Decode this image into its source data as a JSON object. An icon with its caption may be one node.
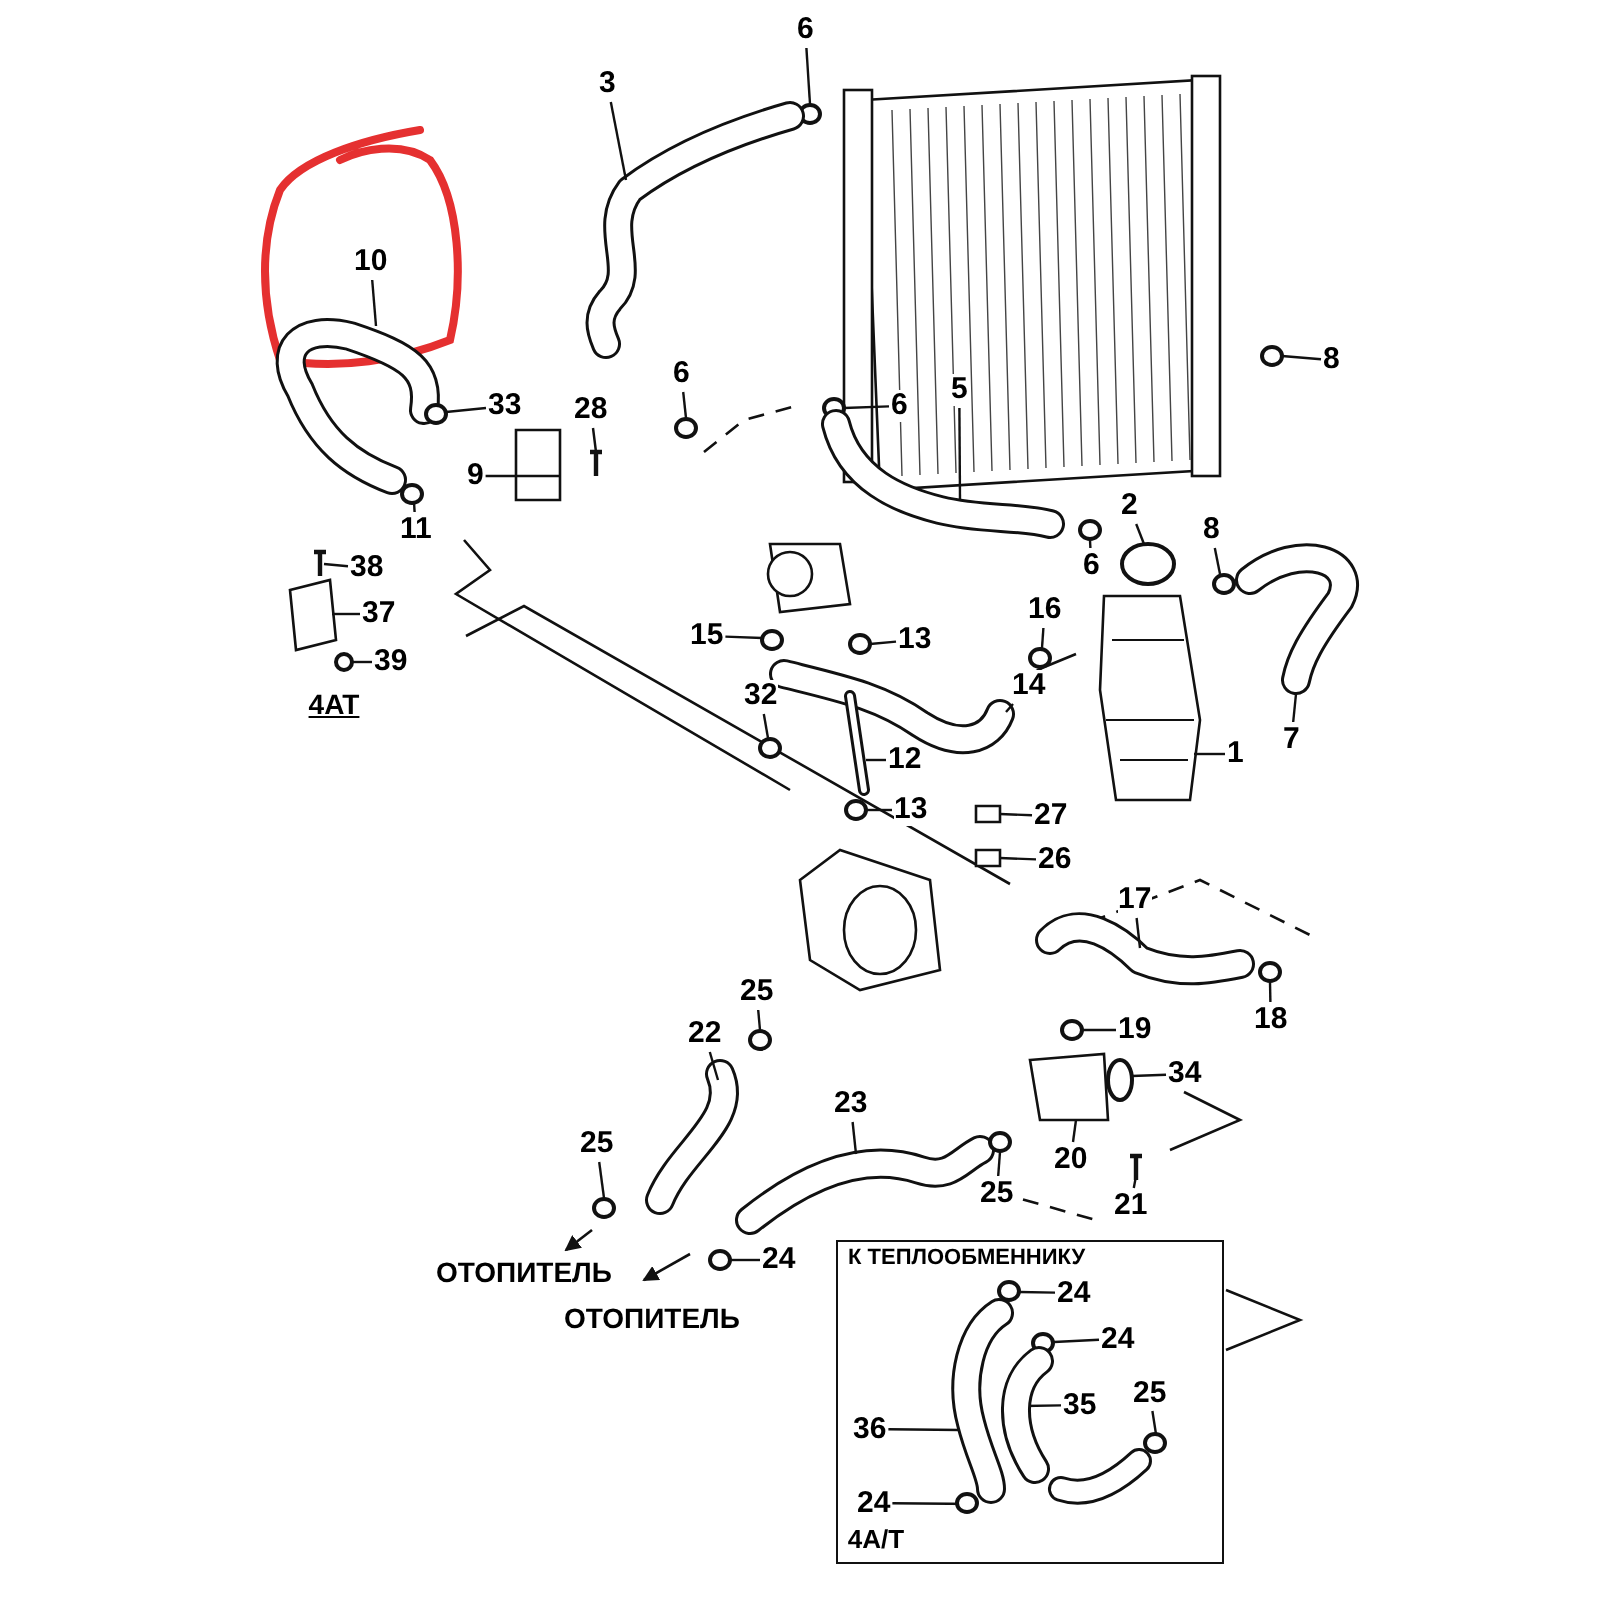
{
  "diagram": {
    "nodes": [
      {
        "text": [
          "6"
        ]
      },
      {
        "text": [
          "3"
        ]
      },
      {
        "text": [
          "10"
        ]
      },
      {
        "text": [
          "33"
        ]
      },
      {
        "text": [
          "28"
        ]
      },
      {
        "text": [
          "6"
        ]
      },
      {
        "text": [
          "6"
        ]
      },
      {
        "text": [
          "9"
        ]
      },
      {
        "text": [
          "11"
        ]
      },
      {
        "text": [
          "8"
        ]
      },
      {
        "text": [
          "5"
        ]
      },
      {
        "text": [
          "2"
        ]
      },
      {
        "text": [
          "6"
        ]
      },
      {
        "text": [
          "8"
        ]
      },
      {
        "text": [
          "38"
        ]
      },
      {
        "text": [
          "37"
        ]
      },
      {
        "text": [
          "39"
        ]
      },
      {
        "text": [
          "16"
        ]
      },
      {
        "text": [
          "15"
        ]
      },
      {
        "text": [
          "13"
        ]
      },
      {
        "text": [
          "14"
        ]
      },
      {
        "text": [
          "32"
        ]
      },
      {
        "text": [
          "7"
        ]
      },
      {
        "text": [
          "1"
        ]
      },
      {
        "text": [
          "12"
        ]
      },
      {
        "text": [
          "13"
        ]
      },
      {
        "text": [
          "27"
        ]
      },
      {
        "text": [
          "26"
        ]
      },
      {
        "text": [
          "17"
        ]
      },
      {
        "text": [
          "25"
        ]
      },
      {
        "text": [
          "22"
        ]
      },
      {
        "text": [
          "19"
        ]
      },
      {
        "text": [
          "18"
        ]
      },
      {
        "text": [
          "34"
        ]
      },
      {
        "text": [
          "23"
        ]
      },
      {
        "text": [
          "20"
        ]
      },
      {
        "text": [
          "25"
        ]
      },
      {
        "text": [
          "25"
        ]
      },
      {
        "text": [
          "21"
        ]
      },
      {
        "text": [
          "24"
        ]
      },
      {
        "text": [
          "К ТЕПЛООБМЕННИКУ"
        ]
      },
      {
        "text": [
          "24"
        ],
        "in": 40
      },
      {
        "text": [
          "24"
        ],
        "in": 40
      },
      {
        "text": [
          "35"
        ],
        "in": 40
      },
      {
        "text": [
          "25"
        ],
        "in": 40
      },
      {
        "text": [
          "36"
        ],
        "in": 40
      },
      {
        "text": [
          "24"
        ],
        "in": 40
      },
      {
        "text": [],
        "shape": "circle"
      },
      {
        "text": [],
        "shape": "picture"
      },
      {
        "text": [],
        "shape": "picture"
      },
      {
        "text": [],
        "shape": "circle"
      },
      {
        "text": [],
        "shape": "picture"
      },
      {
        "text": [],
        "shape": "circle"
      },
      {
        "text": [],
        "shape": "circle"
      },
      {
        "text": [],
        "shape": "box"
      },
      {
        "text": [],
        "shape": "circle"
      },
      {
        "text": [],
        "shape": "circle"
      },
      {
        "text": [],
        "shape": "picture"
      },
      {
        "text": [],
        "shape": "circle"
      },
      {
        "text": [],
        "shape": "circle"
      },
      {
        "text": [],
        "shape": "circle"
      },
      {
        "text": [],
        "shape": "picture"
      },
      {
        "text": [],
        "shape": "box"
      },
      {
        "text": [],
        "shape": "circle"
      },
      {
        "text": [],
        "shape": "circle"
      },
      {
        "text": [],
        "shape": "circle"
      },
      {
        "text": [],
        "shape": "circle"
      },
      {
        "text": [],
        "shape": "picture"
      },
      {
        "text": [],
        "shape": "circle"
      },
      {
        "text": [],
        "shape": "picture"
      },
      {
        "text": [],
        "shape": "picture"
      },
      {
        "text": [],
        "shape": "picture"
      },
      {
        "text": [],
        "shape": "circle"
      },
      {
        "text": [],
        "shape": "box"
      },
      {
        "text": [],
        "shape": "box"
      },
      {
        "text": [],
        "shape": "picture"
      },
      {
        "text": [],
        "shape": "circle"
      },
      {
        "text": [],
        "shape": "picture"
      },
      {
        "text": [],
        "shape": "circle"
      },
      {
        "text": [],
        "shape": "circle"
      },
      {
        "text": [],
        "shape": "circle"
      },
      {
        "text": [],
        "shape": "picture"
      },
      {
        "text": [],
        "shape": "box"
      },
      {
        "text": [],
        "shape": "circle"
      },
      {
        "text": [],
        "shape": "circle"
      },
      {
        "text": [],
        "shape": "picture"
      },
      {
        "text": [],
        "shape": "circle"
      },
      {
        "text": [],
        "shape": "circle",
        "in": 40
      },
      {
        "text": [],
        "shape": "circle",
        "in": 40
      },
      {
        "text": [],
        "shape": "picture",
        "in": 40
      },
      {
        "text": [],
        "shape": "circle",
        "in": 40
      },
      {
        "text": [],
        "shape": "picture",
        "in": 40
      },
      {
        "text": [],
        "shape": "circle",
        "in": 40
      }
    ],
    "edges": [
      {
        "from": 0,
        "to": 47,
        "arrow": "none"
      },
      {
        "from": 1,
        "to": 48,
        "arrow": "none"
      },
      {
        "from": 2,
        "to": 49,
        "arrow": "none"
      },
      {
        "from": 3,
        "to": 50,
        "arrow": "none"
      },
      {
        "from": 4,
        "to": 51,
        "arrow": "none"
      },
      {
        "from": 5,
        "to": 52,
        "arrow": "none"
      },
      {
        "from": 6,
        "to": 53,
        "arrow": "none"
      },
      {
        "from": 7,
        "to": 54,
        "arrow": "none"
      },
      {
        "from": 8,
        "to": 55,
        "arrow": "none"
      },
      {
        "from": 9,
        "to": 56,
        "arrow": "none"
      },
      {
        "from": 10,
        "to": 57,
        "arrow": "none"
      },
      {
        "from": 11,
        "to": 58,
        "arrow": "none"
      },
      {
        "from": 12,
        "to": 59,
        "arrow": "none"
      },
      {
        "from": 13,
        "to": 60,
        "arrow": "none"
      },
      {
        "from": 14,
        "to": 61,
        "arrow": "none"
      },
      {
        "from": 15,
        "to": 62,
        "arrow": "none"
      },
      {
        "from": 16,
        "to": 63,
        "arrow": "none"
      },
      {
        "from": 17,
        "to": 64,
        "arrow": "none"
      },
      {
        "from": 18,
        "to": 65,
        "arrow": "none"
      },
      {
        "from": 19,
        "to": 66,
        "arrow": "none"
      },
      {
        "from": 20,
        "to": 67,
        "arrow": "none"
      },
      {
        "from": 21,
        "to": 68,
        "arrow": "none"
      },
      {
        "from": 22,
        "to": 69,
        "arrow": "none"
      },
      {
        "from": 23,
        "to": 70,
        "arrow": "none"
      },
      {
        "from": 24,
        "to": 71,
        "arrow": "none"
      },
      {
        "from": 25,
        "to": 72,
        "arrow": "none"
      },
      {
        "from": 26,
        "to": 73,
        "arrow": "none"
      },
      {
        "from": 27,
        "to": 74,
        "arrow": "none"
      },
      {
        "from": 28,
        "to": 75,
        "arrow": "none"
      },
      {
        "from": 29,
        "to": 76,
        "arrow": "none"
      },
      {
        "from": 30,
        "to": 77,
        "arrow": "none"
      },
      {
        "from": 31,
        "to": 78,
        "arrow": "none"
      },
      {
        "from": 32,
        "to": 79,
        "arrow": "none"
      },
      {
        "from": 33,
        "to": 80,
        "arrow": "none"
      },
      {
        "from": 34,
        "to": 81,
        "arrow": "none"
      },
      {
        "from": 35,
        "to": 82,
        "arrow": "none"
      },
      {
        "from": 36,
        "to": 83,
        "arrow": "none"
      },
      {
        "from": 37,
        "to": 84,
        "arrow": "none"
      },
      {
        "from": 38,
        "to": 85,
        "arrow": "none"
      },
      {
        "from": 39,
        "to": 86,
        "arrow": "none"
      },
      {
        "from": 41,
        "to": 87,
        "arrow": "none"
      },
      {
        "from": 42,
        "to": 88,
        "arrow": "none"
      },
      {
        "from": 43,
        "to": 89,
        "arrow": "none"
      },
      {
        "from": 44,
        "to": 90,
        "arrow": "none"
      },
      {
        "from": 45,
        "to": 91,
        "arrow": "none"
      },
      {
        "from": 46,
        "to": 92,
        "arrow": "none"
      }
    ],
    "labels": [
      "4AT",
      "ОТОПИТЕЛЬ",
      "ОТОПИТЕЛЬ",
      "4A/T"
    ]
  }
}
